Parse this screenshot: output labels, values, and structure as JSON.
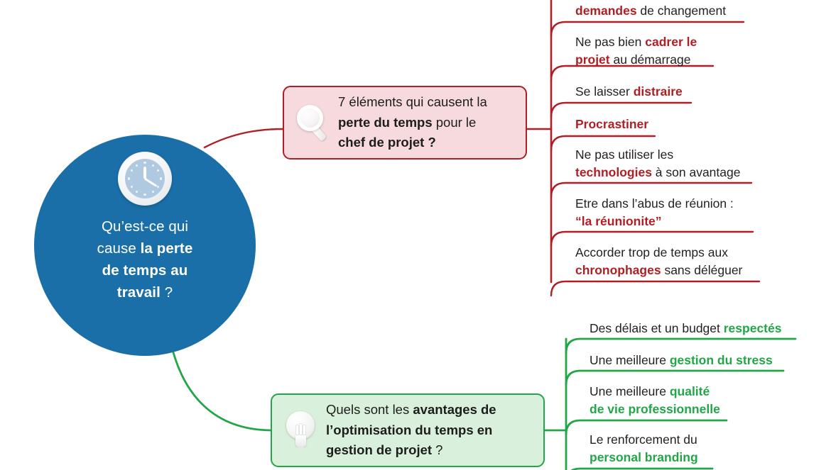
{
  "center": {
    "icon": "clock-icon",
    "text_plain": "Qu’est-ce qui cause la perte de temps au travail ?",
    "line1": "Qu’est-ce qui",
    "line2_prefix": "cause ",
    "line2_bold": "la perte",
    "line3_bold": "de temps au",
    "line4_bold": "travail",
    "line4_suffix": " ?",
    "color": "#1B6FA8"
  },
  "branches": [
    {
      "id": "causes",
      "icon": "magnifier-icon",
      "color": "#B01F24",
      "fill": "#F6DADD",
      "title_plain": "7 éléments qui causent la perte du temps pour le chef de projet ?",
      "title_line1": "7 éléments qui causent la",
      "title_line2_bold": "perte du temps",
      "title_line2_rest": " pour le",
      "title_line3_bold": "chef de projet ?",
      "items": [
        {
          "line1_bold": "demandes",
          "line1_rest": " de changement",
          "truncated_top": true
        },
        {
          "line1_rest": "Ne pas bien ",
          "line1_bold": "cadrer le",
          "line2_bold": "projet",
          "line2_rest": " au démarrage"
        },
        {
          "line1_rest": "Se laisser ",
          "line1_bold": "distraire"
        },
        {
          "all_bold": "Procrastiner"
        },
        {
          "line1_rest": "Ne pas utiliser les",
          "line2_bold": "technologies",
          "line2_rest": " à son avantage"
        },
        {
          "line1_rest": "Etre dans l’abus de réunion :",
          "line2_bold": "“la réunionite”"
        },
        {
          "line1_rest": "Accorder trop de temps aux",
          "line2_bold": "chronophages",
          "line2_rest": " sans déléguer"
        }
      ]
    },
    {
      "id": "avantages",
      "icon": "lightbulb-icon",
      "color": "#22A648",
      "fill": "#D9F0DC",
      "title_plain": "Quels sont les avantages de l’optimisation du temps en gestion de projet ?",
      "title_line1": "Quels sont les ",
      "title_line1_bold": "avantages de",
      "title_line2_bold": "l’optimisation du temps en",
      "title_line3_bold": "gestion de projet",
      "title_line3_rest": " ?",
      "items": [
        {
          "line1_rest": "Des délais et un budget ",
          "line1_bold": "respectés"
        },
        {
          "line1_rest": "Une meilleure ",
          "line1_bold": "gestion du stress"
        },
        {
          "line1_rest": "Une meilleure ",
          "line1_bold": "qualité",
          "line2_bold": "de vie professionnelle"
        },
        {
          "line1_rest": "Le renforcement du",
          "line2_bold": "personal branding",
          "truncated_bottom": true
        }
      ]
    }
  ]
}
